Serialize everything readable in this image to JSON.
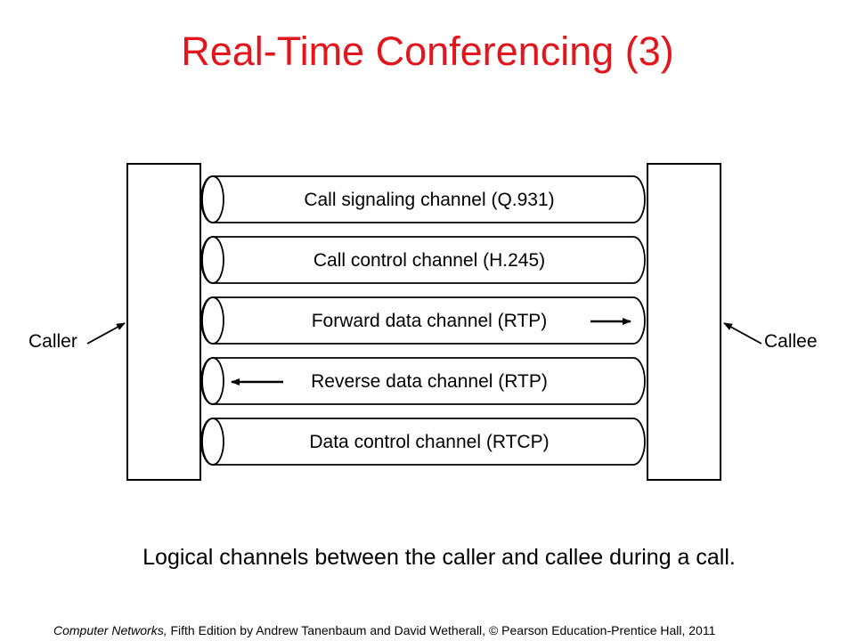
{
  "title": "Real-Time Conferencing (3)",
  "diagram": {
    "caller_label": "Caller",
    "callee_label": "Callee",
    "channels": [
      {
        "label": "Call signaling channel (Q.931)",
        "arrow": "none"
      },
      {
        "label": "Call control channel (H.245)",
        "arrow": "none"
      },
      {
        "label": "Forward data channel (RTP)",
        "arrow": "right"
      },
      {
        "label": "Reverse data channel (RTP)",
        "arrow": "left"
      },
      {
        "label": "Data control channel (RTCP)",
        "arrow": "none"
      }
    ]
  },
  "caption": "Logical channels between the caller and callee during a call.",
  "footer": {
    "book_title": "Computer Networks,",
    "rest": " Fifth Edition by Andrew Tanenbaum and David Wetherall, © Pearson Education-Prentice Hall, 2011"
  }
}
